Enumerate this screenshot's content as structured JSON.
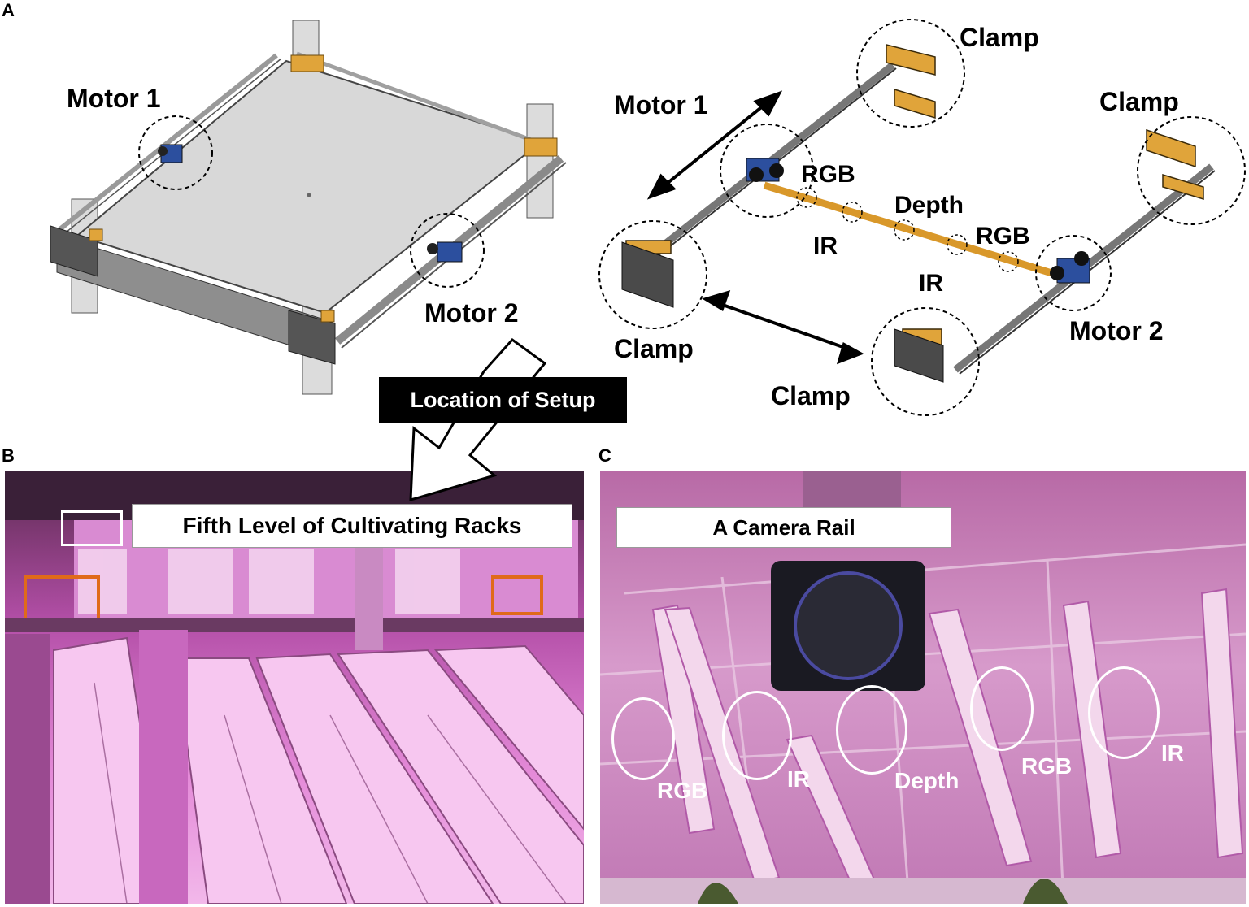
{
  "panels": {
    "a": "A",
    "b": "B",
    "c": "C"
  },
  "panel_a": {
    "left_motor_1": "Motor 1",
    "left_motor_2": "Motor 2",
    "right_motor_1": "Motor 1",
    "right_motor_2": "Motor 2",
    "clamps": [
      "Clamp",
      "Clamp",
      "Clamp",
      "Clamp"
    ],
    "rail_sensors": [
      "RGB",
      "Depth",
      "RGB",
      "IR",
      "IR"
    ]
  },
  "location_label": "Location of Setup",
  "panel_b": {
    "callout": "Fifth Level of Cultivating Racks"
  },
  "panel_c": {
    "callout": "A Camera Rail",
    "sensor_labels": [
      "RGB",
      "IR",
      "Depth",
      "RGB",
      "IR"
    ]
  },
  "colors": {
    "frame_gray": "#9a9a9a",
    "plate_gray": "#d6d6d6",
    "clamp_orange": "#e0a43a",
    "motor_blue": "#2c4f9e",
    "grow_pink": "#d66cd0",
    "rack_light": "#f4c6f0"
  }
}
